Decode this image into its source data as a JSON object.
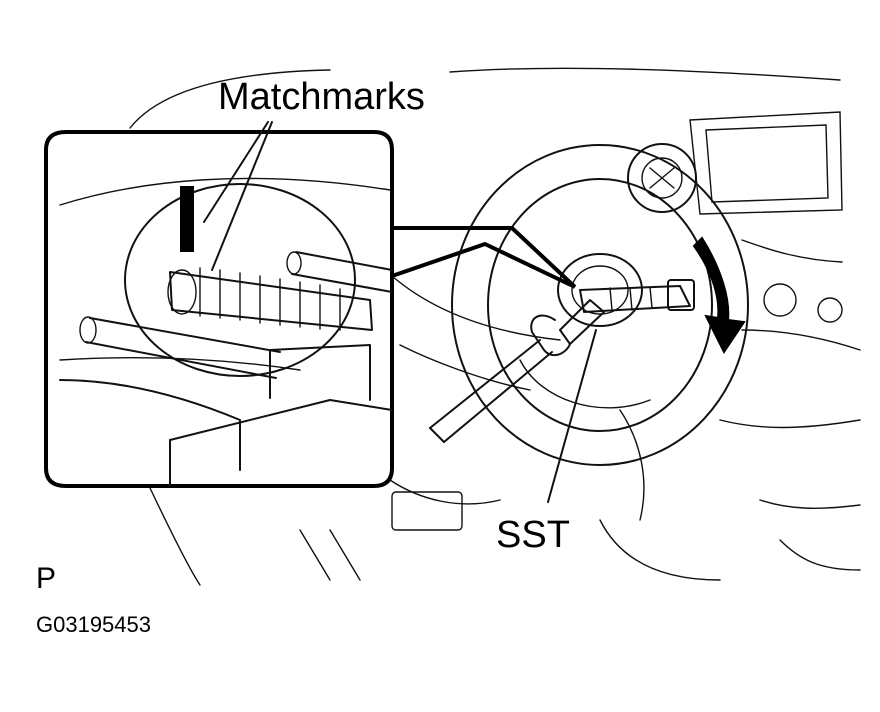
{
  "labels": {
    "matchmarks": "Matchmarks",
    "sst": "SST",
    "view_letter": "P",
    "figure_code": "G03195453"
  },
  "colors": {
    "ink": "#000000",
    "background": "#ffffff"
  }
}
